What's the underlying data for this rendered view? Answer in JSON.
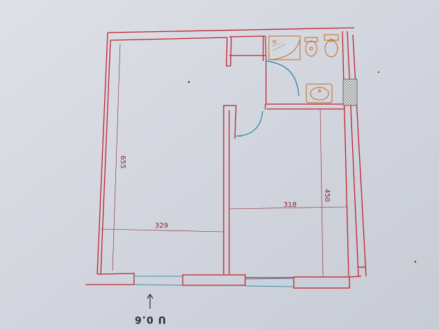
{
  "diagram": {
    "type": "floor-plan",
    "dimensions": {
      "left_room_width": "329",
      "left_room_height": "655",
      "right_room_width": "318",
      "right_room_height": "450"
    },
    "section_label": "U 0.6",
    "colors": {
      "paper": "#d8dbe2",
      "wall": "#c0202e",
      "window": "#3a8fb0",
      "fixture": "#c76a1e",
      "door_arc": "#2a7fa8",
      "dimension": "#8a1f2a"
    },
    "fixtures": [
      "shower",
      "bidet",
      "toilet",
      "washbasin"
    ]
  }
}
